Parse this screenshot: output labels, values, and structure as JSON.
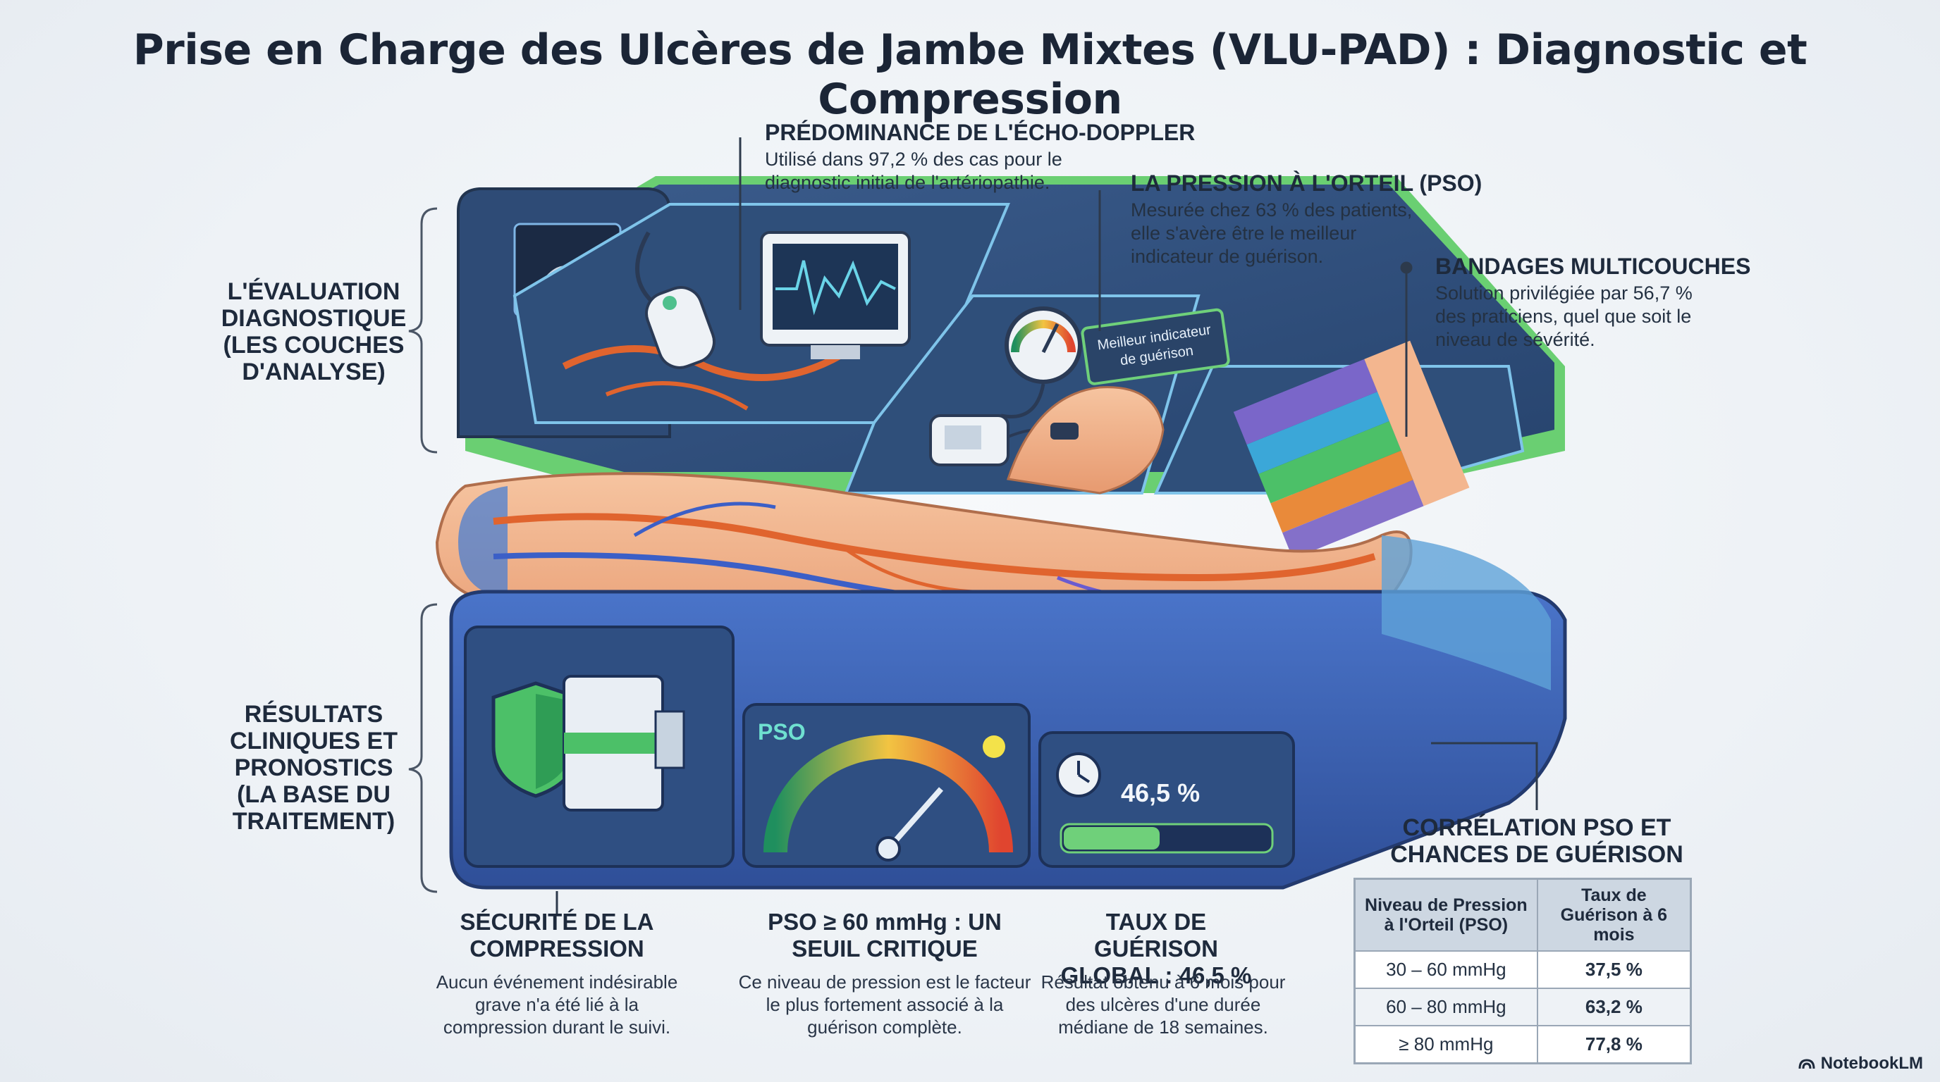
{
  "title": "Prise en Charge des Ulcères de Jambe Mixtes (VLU-PAD) : Diagnostic et Compression",
  "sections": {
    "evaluation": "L'ÉVALUATION DIAGNOSTIQUE (LES COUCHES D'ANALYSE)",
    "resultats": "RÉSULTATS CLINIQUES ET PRONOSTICS (LA BASE DU TRAITEMENT)"
  },
  "callouts": {
    "doppler": {
      "title": "PRÉDOMINANCE DE L'ÉCHO-DOPPLER",
      "text": "Utilisé dans 97,2 % des cas pour le diagnostic initial de l'artériopathie."
    },
    "pso": {
      "title": "LA PRESSION À L'ORTEIL (PSO)",
      "text": "Mesurée chez 63 % des patients, elle s'avère être le meilleur indicateur de guérison."
    },
    "bandages": {
      "title": "BANDAGES MULTICOUCHES",
      "text": "Solution privilégiée par 56,7 % des praticiens, quel que soit le niveau de sévérité."
    }
  },
  "illustration": {
    "indicator_sign": "Meilleur indicateur de guérison",
    "gauge_label": "PSO",
    "healing_rate": "46,5 %",
    "healing_fraction": 0.465
  },
  "bottom": {
    "securite": {
      "title": "SÉCURITÉ DE LA COMPRESSION",
      "text": "Aucun événement indésirable grave n'a été lié à la compression durant le suivi."
    },
    "seuil": {
      "title": "PSO ≥ 60 mmHg : UN SEUIL CRITIQUE",
      "text": "Ce niveau de pression est le facteur le plus fortement associé à la guérison complète."
    },
    "taux": {
      "title": "TAUX DE GUÉRISON GLOBAL : 46,5 %",
      "text": "Résultat obtenu à 6 mois pour des ulcères d'une durée médiane de 18 semaines."
    }
  },
  "correlation": {
    "title": "CORRÉLATION PSO ET CHANCES DE GUÉRISON",
    "headers": [
      "Niveau de Pression à l'Orteil (PSO)",
      "Taux de Guérison à 6 mois"
    ],
    "rows": [
      [
        "30 – 60 mmHg",
        "37,5 %"
      ],
      [
        "60 – 80 mmHg",
        "63,2 %"
      ],
      [
        "≥ 80 mmHg",
        "77,8 %"
      ]
    ]
  },
  "brand": "NotebookLM",
  "colors": {
    "navy": "#1e2a3c",
    "green_frame": "#5cc26a",
    "blue_frame": "#3f6fc4",
    "skin": "#f0b48e",
    "artery": "#e0642e",
    "vein": "#3b5fc7"
  }
}
